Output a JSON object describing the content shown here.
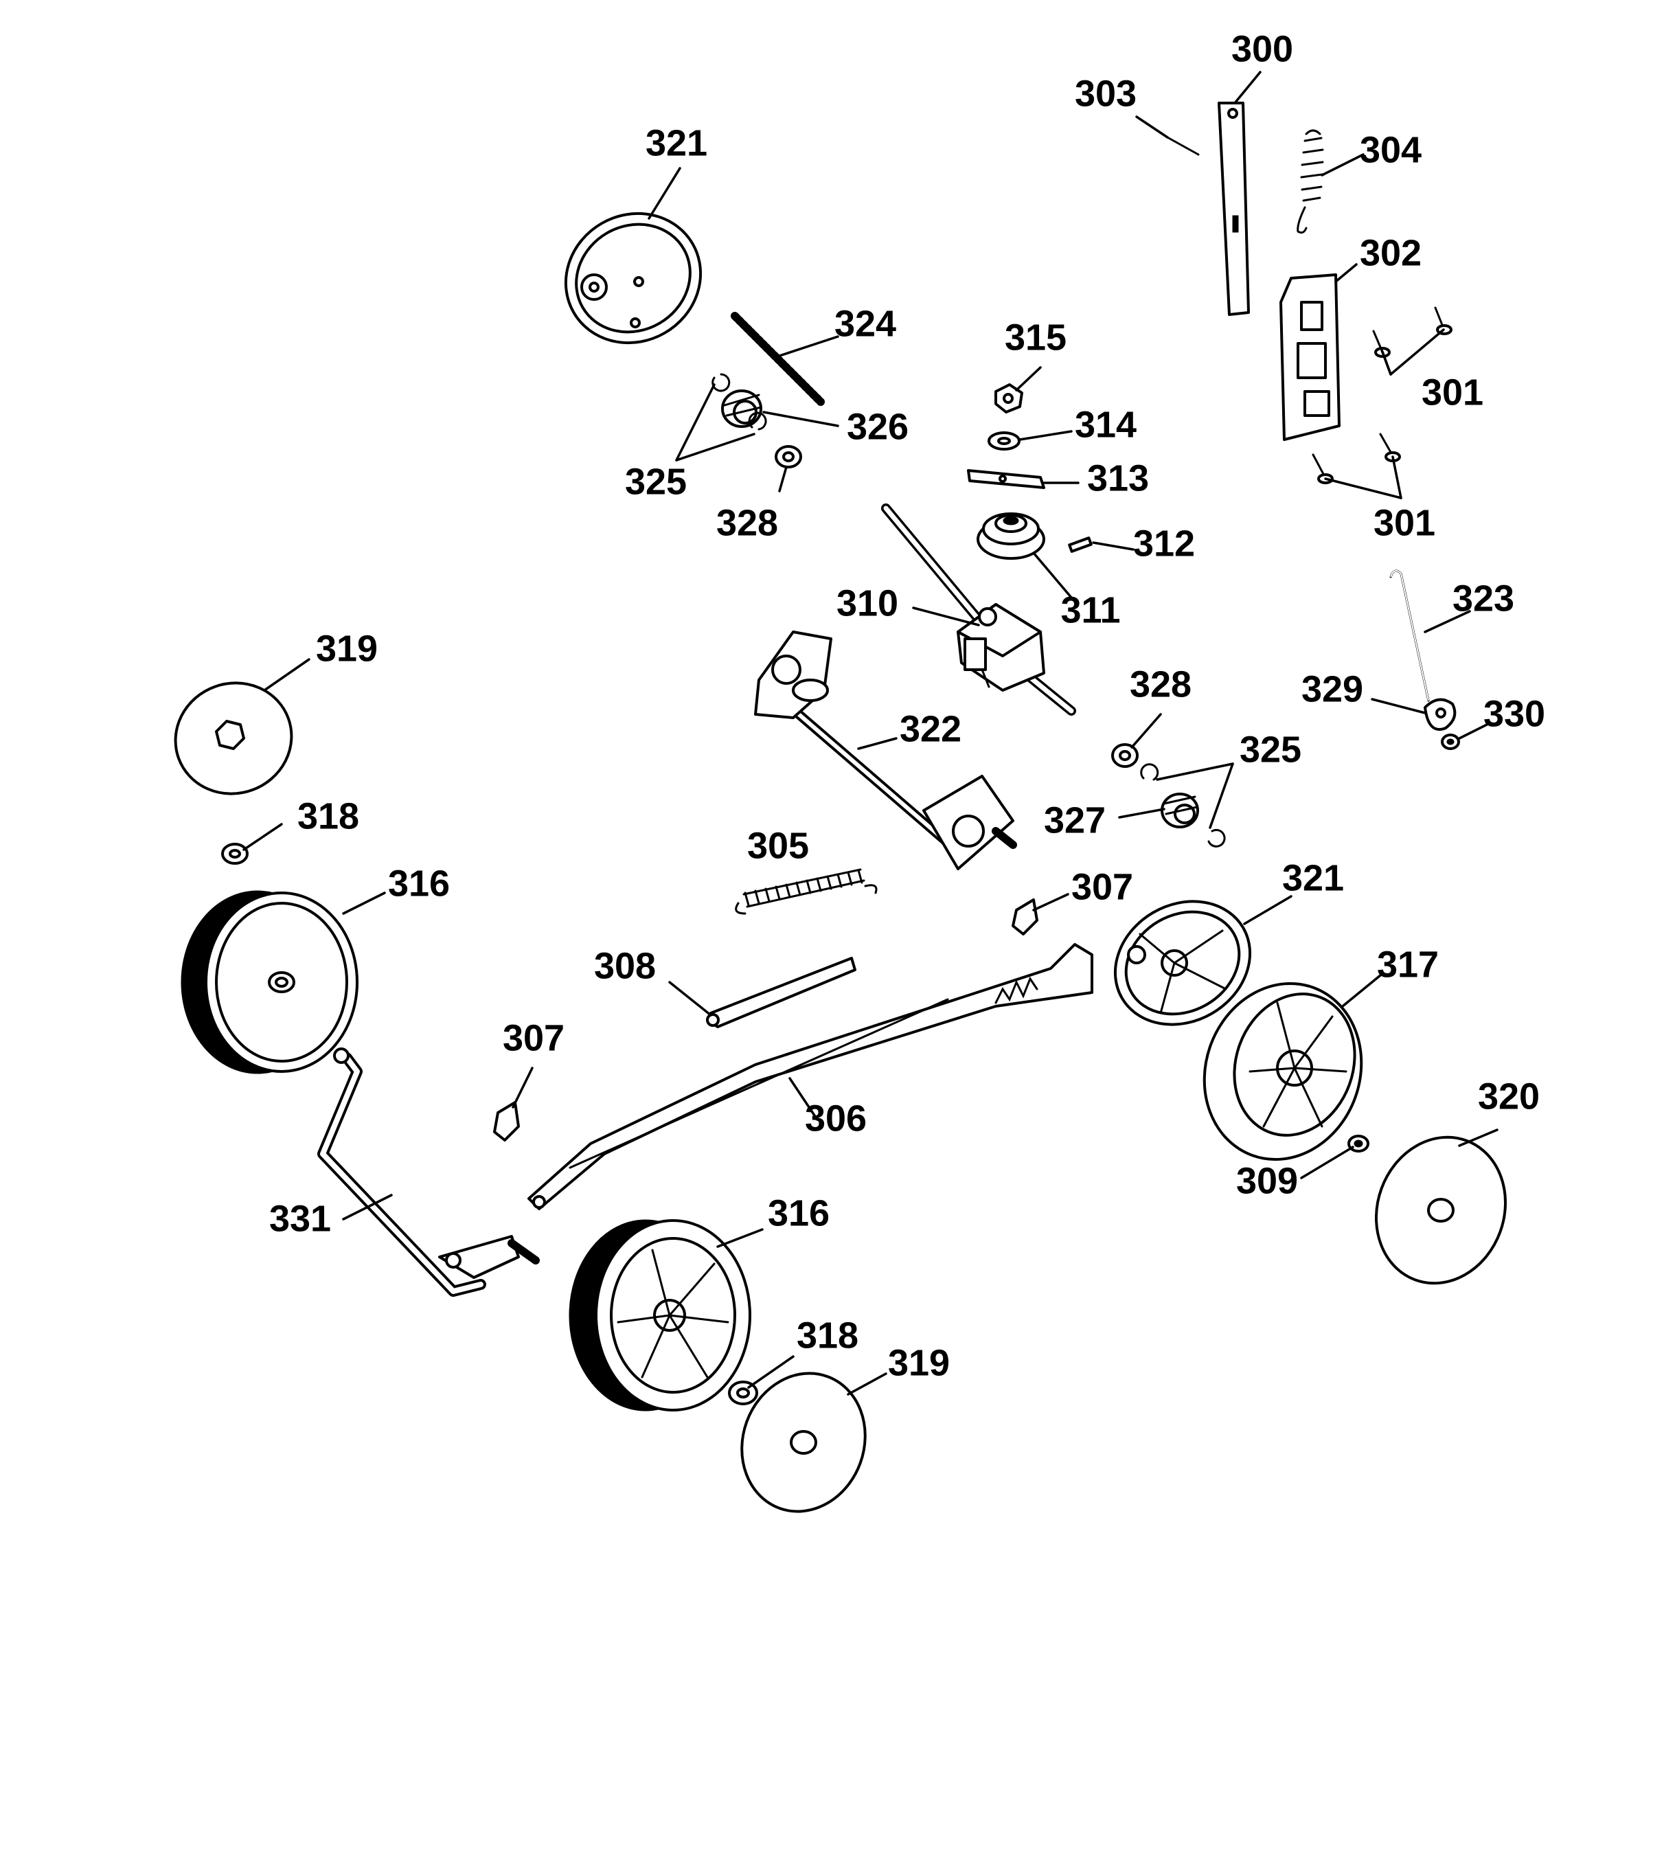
{
  "callouts": [
    {
      "id": "label-300",
      "text": "300"
    },
    {
      "id": "label-303",
      "text": "303"
    },
    {
      "id": "label-304",
      "text": "304"
    },
    {
      "id": "label-302",
      "text": "302"
    },
    {
      "id": "label-301-a",
      "text": "301"
    },
    {
      "id": "label-301-b",
      "text": "301"
    },
    {
      "id": "label-321-a",
      "text": "321"
    },
    {
      "id": "label-324",
      "text": "324"
    },
    {
      "id": "label-315",
      "text": "315"
    },
    {
      "id": "label-314",
      "text": "314"
    },
    {
      "id": "label-313",
      "text": "313"
    },
    {
      "id": "label-312",
      "text": "312"
    },
    {
      "id": "label-311",
      "text": "311"
    },
    {
      "id": "label-310",
      "text": "310"
    },
    {
      "id": "label-326",
      "text": "326"
    },
    {
      "id": "label-325-a",
      "text": "325"
    },
    {
      "id": "label-328-a",
      "text": "328"
    },
    {
      "id": "label-323",
      "text": "323"
    },
    {
      "id": "label-329",
      "text": "329"
    },
    {
      "id": "label-330",
      "text": "330"
    },
    {
      "id": "label-319-a",
      "text": "319"
    },
    {
      "id": "label-318-a",
      "text": "318"
    },
    {
      "id": "label-316-a",
      "text": "316"
    },
    {
      "id": "label-322",
      "text": "322"
    },
    {
      "id": "label-328-b",
      "text": "328"
    },
    {
      "id": "label-325-b",
      "text": "325"
    },
    {
      "id": "label-327",
      "text": "327"
    },
    {
      "id": "label-305",
      "text": "305"
    },
    {
      "id": "label-307-a",
      "text": "307"
    },
    {
      "id": "label-321-b",
      "text": "321"
    },
    {
      "id": "label-308",
      "text": "308"
    },
    {
      "id": "label-317",
      "text": "317"
    },
    {
      "id": "label-307-b",
      "text": "307"
    },
    {
      "id": "label-306",
      "text": "306"
    },
    {
      "id": "label-320",
      "text": "320"
    },
    {
      "id": "label-309",
      "text": "309"
    },
    {
      "id": "label-331",
      "text": "331"
    },
    {
      "id": "label-316-b",
      "text": "316"
    },
    {
      "id": "label-318-b",
      "text": "318"
    },
    {
      "id": "label-319-b",
      "text": "319"
    }
  ]
}
